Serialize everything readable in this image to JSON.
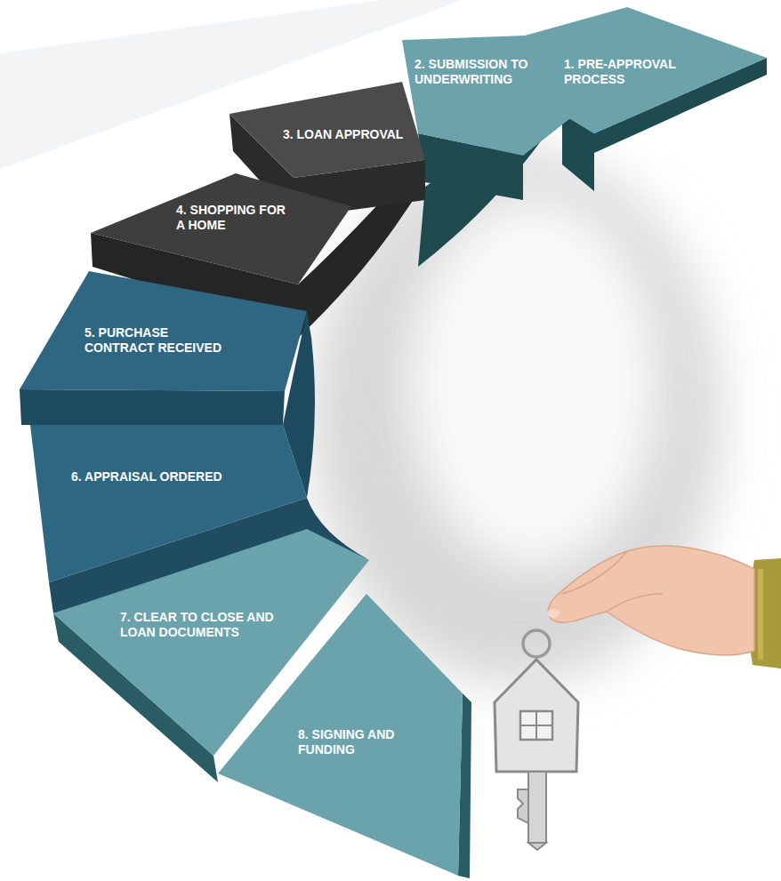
{
  "diagram": {
    "nodes": [
      {
        "text": [
          "1. PRE-APPROVAL PROCESS"
        ]
      },
      {
        "text": [
          "2. SUBMISSION TO UNDERWRITING"
        ]
      },
      {
        "text": [
          "3. LOAN APPROVAL"
        ]
      },
      {
        "text": [
          "4. SHOPPING FOR A HOME"
        ]
      },
      {
        "text": [
          "5. PURCHASE CONTRACT RECEIVED"
        ]
      },
      {
        "text": [
          "6. APPRAISAL ORDERED"
        ]
      },
      {
        "text": [
          "7. CLEAR TO CLOSE AND LOAN DOCUMENTS"
        ]
      },
      {
        "text": [
          "8. SIGNING AND FUNDING"
        ]
      }
    ]
  }
}
